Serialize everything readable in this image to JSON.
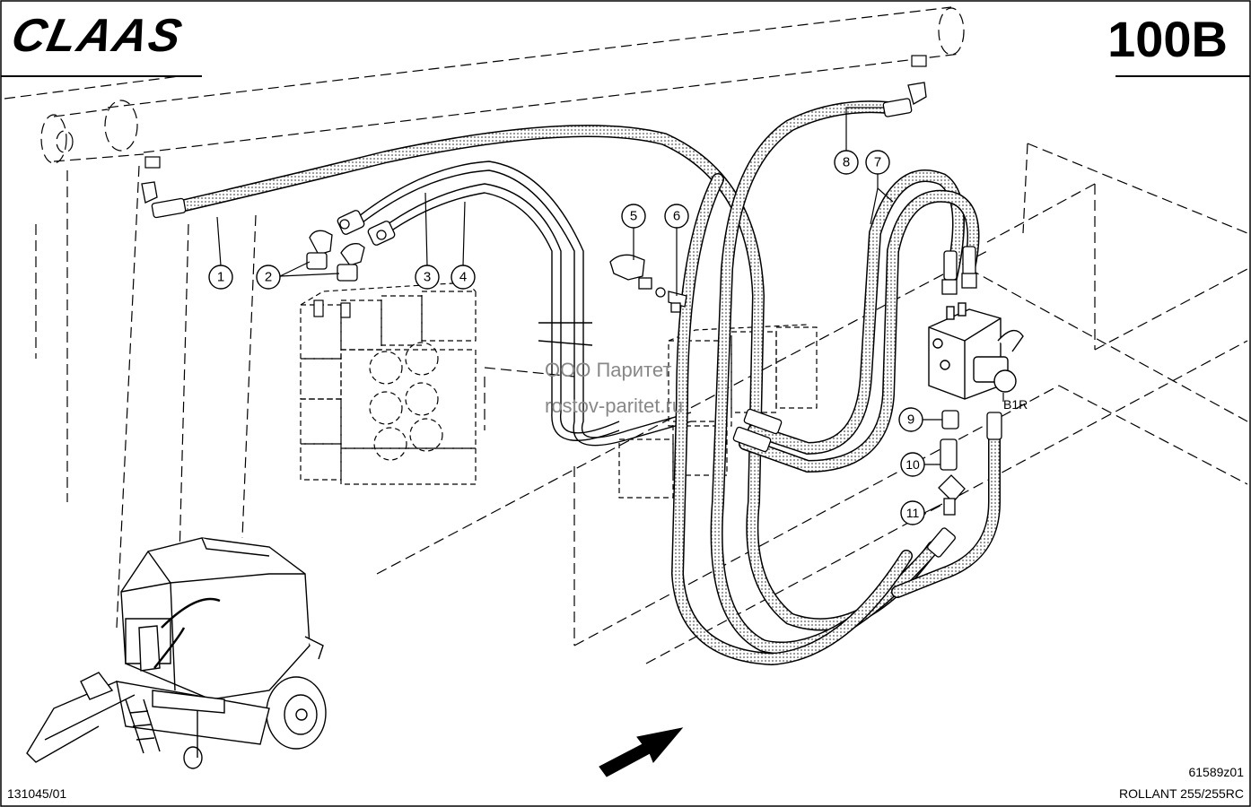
{
  "header": {
    "brand": "CLAAS",
    "page_code": "100B"
  },
  "watermark": {
    "line1": "ООО Паритет",
    "line2": "rostov-paritet.ru"
  },
  "labels": {
    "c1": "1",
    "c2": "2",
    "c3": "3",
    "c4": "4",
    "c5": "5",
    "c6": "6",
    "c7": "7",
    "c8": "8",
    "c9": "9",
    "c10": "10",
    "c11": "11",
    "connector": "B1R"
  },
  "footer": {
    "left_code": "131045/01",
    "drawing_number": "61589z01",
    "model": "ROLLANT 255/255RC"
  },
  "colors": {
    "line": "#000000",
    "hose_fill": "#d9d9d9",
    "watermark": "#888888"
  }
}
